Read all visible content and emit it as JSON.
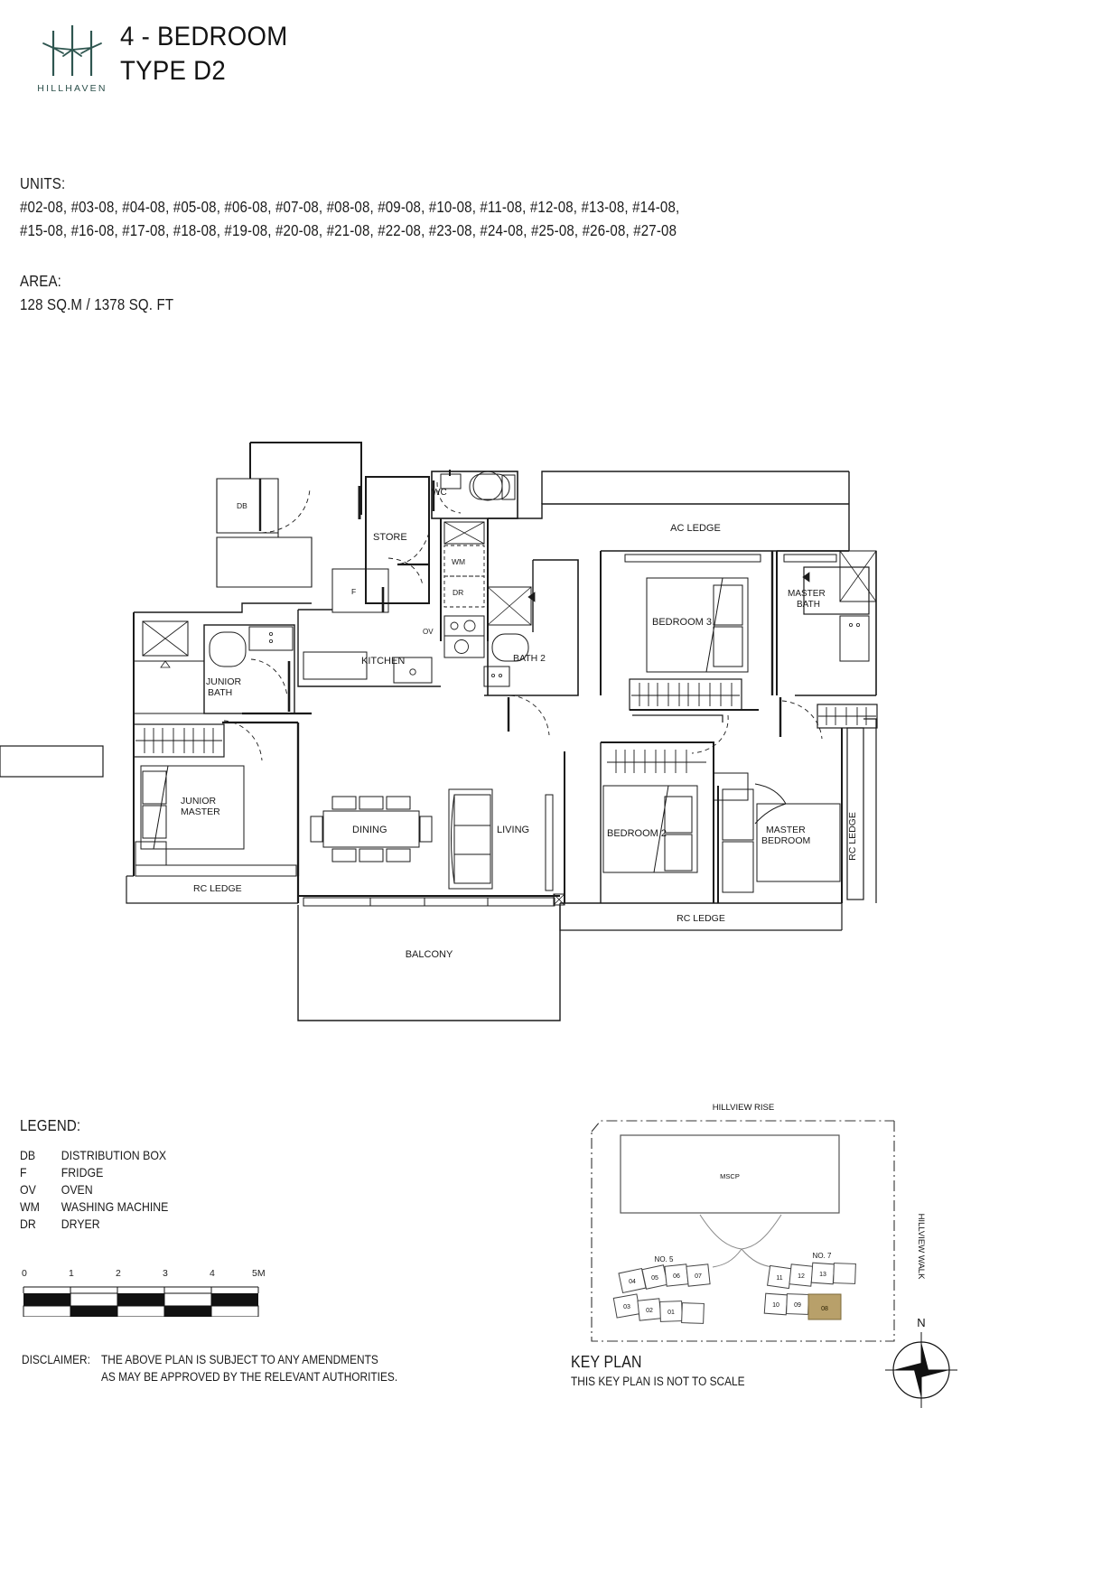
{
  "header": {
    "brand": "HILLHAVEN",
    "title_line1": "4 - BEDROOM",
    "title_line2": "TYPE D2"
  },
  "meta": {
    "units_label": "UNITS:",
    "units_line1": "#02-08, #03-08, #04-08, #05-08, #06-08, #07-08, #08-08, #09-08, #10-08, #11-08, #12-08, #13-08, #14-08,",
    "units_line2": "#15-08, #16-08, #17-08, #18-08, #19-08, #20-08, #21-08, #22-08, #23-08, #24-08, #25-08, #26-08, #27-08",
    "area_label": "AREA:",
    "area_value": "128 SQ.M / 1378 SQ. FT"
  },
  "plan": {
    "rooms": {
      "db": "DB",
      "store": "STORE",
      "wc": "WC",
      "wm": "WM",
      "dr": "DR",
      "fridge": "F",
      "oven": "OV",
      "kitchen": "KITCHEN",
      "junior_bath_l1": "JUNIOR",
      "junior_bath_l2": "BATH",
      "junior_master_l1": "JUNIOR",
      "junior_master_l2": "MASTER",
      "bath2": "BATH 2",
      "bedroom3": "BEDROOM 3",
      "ac_ledge": "AC LEDGE",
      "master_bath_l1": "MASTER",
      "master_bath_l2": "BATH",
      "master_bedroom_l1": "MASTER",
      "master_bedroom_l2": "BEDROOM",
      "bedroom2": "BEDROOM 2",
      "dining": "DINING",
      "living": "LIVING",
      "balcony": "BALCONY",
      "rc_ledge_left": "RC LEDGE",
      "rc_ledge_right": "RC LEDGE",
      "rc_ledge_vertical": "RC LEDGE"
    }
  },
  "legend": {
    "title": "LEGEND:",
    "items": [
      {
        "abbr": "DB",
        "desc": "DISTRIBUTION BOX"
      },
      {
        "abbr": "F",
        "desc": "FRIDGE"
      },
      {
        "abbr": "OV",
        "desc": "OVEN"
      },
      {
        "abbr": "WM",
        "desc": "WASHING MACHINE"
      },
      {
        "abbr": "DR",
        "desc": "DRYER"
      }
    ]
  },
  "scale": {
    "ticks": [
      "0",
      "1",
      "2",
      "3",
      "4",
      "5M"
    ]
  },
  "disclaimer": {
    "key": "DISCLAIMER:",
    "line1": "THE ABOVE PLAN IS SUBJECT TO ANY AMENDMENTS",
    "line2": "AS MAY BE APPROVED BY THE RELEVANT AUTHORITIES."
  },
  "keyplan": {
    "title": "KEY PLAN",
    "subtitle": "THIS KEY PLAN IS NOT TO SCALE",
    "road_top": "HILLVIEW RISE",
    "road_right": "HILLVIEW WALK",
    "mscp": "MSCP",
    "block_left": "NO. 5",
    "block_right": "NO. 7",
    "stacks_left_upper": [
      "04",
      "05",
      "06",
      "07"
    ],
    "stacks_left_lower": [
      "03",
      "02",
      "01"
    ],
    "stacks_right_upper": [
      "11",
      "12",
      "13"
    ],
    "stacks_right_lower": [
      "10",
      "09",
      "08"
    ],
    "highlight_stack": "08",
    "highlight_color": "#b8a06a",
    "compass_label": "N"
  }
}
